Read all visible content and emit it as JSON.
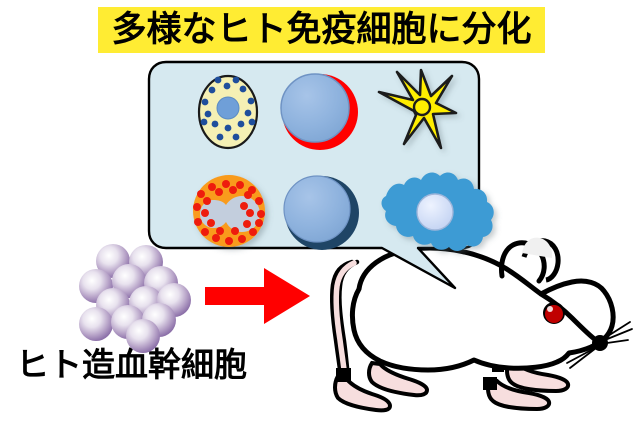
{
  "figure": {
    "title": "多様なヒト免疫細胞に分化",
    "title_highlight_color": "#ffec33",
    "caption": "ヒト造血幹細胞",
    "background_color": "#ffffff"
  },
  "speech_bubble": {
    "fill_color": "#d6e9f0",
    "stroke_color": "#000000",
    "tail_direction": "down-right"
  },
  "cells": [
    {
      "name": "eosinophil-cell",
      "label": "eosinophil",
      "shape": "oval",
      "body_color": "#f5f0b4",
      "nucleus_color": "#6f9fd8",
      "granule_color": "#1f4e9c",
      "granule_count": 16,
      "row": 1,
      "column": 1
    },
    {
      "name": "erythrocyte-cell",
      "label": "red-rimmed round cell",
      "shape": "circle",
      "body_color": "#8fb3de",
      "rim_color": "#ff0000",
      "row": 1,
      "column": 2
    },
    {
      "name": "dendritic-cell",
      "label": "dendritic cell",
      "shape": "star",
      "body_color": "#ffee00",
      "stroke_color": "#000000",
      "arm_count": 6,
      "row": 1,
      "column": 3
    },
    {
      "name": "granulocyte-cell",
      "label": "granulocyte",
      "shape": "circle",
      "body_color": "#f99b1c",
      "nucleus_color": "#c3cedd",
      "granule_color": "#ee1b11",
      "granule_count": 26,
      "row": 2,
      "column": 1
    },
    {
      "name": "lymphocyte-cell",
      "label": "lymphocyte",
      "shape": "circle",
      "body_color": "#8fb3de",
      "rim_color": "#1f4566",
      "row": 2,
      "column": 2
    },
    {
      "name": "macrophage-cell",
      "label": "macrophage",
      "shape": "amoeboid",
      "body_color": "#3d9bd4",
      "nucleus_color": "#ccdcf5",
      "row": 2,
      "column": 3
    }
  ],
  "stem_cells": {
    "name": "human-hematopoietic-stem-cells",
    "sphere_color": "#8b6fa8",
    "highlight_color": "#ffffff",
    "sphere_count": 12
  },
  "arrow": {
    "name": "differentiation-arrow",
    "color": "#ff0000",
    "direction": "right"
  },
  "mouse": {
    "name": "laboratory-mouse",
    "body_color": "#ffffff",
    "outline_color": "#000000",
    "paw_color": "#f7dede",
    "eye_color": "#c00000",
    "ear_inner_color": "#f0f0f0"
  }
}
